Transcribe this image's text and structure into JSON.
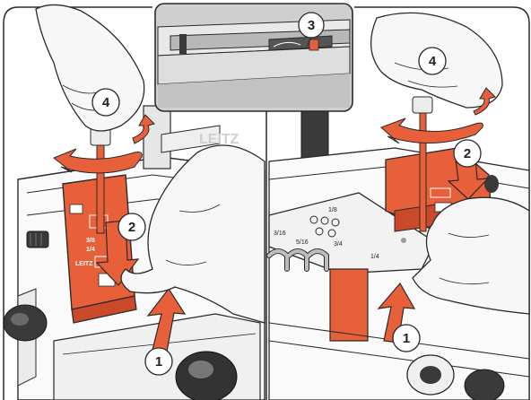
{
  "colors": {
    "accent_orange": "#e8603a",
    "accent_orange_dark": "#c9492a",
    "outline": "#2a2a2a",
    "hand_fill": "#f7f7f7",
    "metal_grey": "#d9d9d9",
    "dark_grey": "#3a3a3a"
  },
  "left_panel": {
    "steps": [
      "4",
      "2",
      "1"
    ],
    "bracket_labels": [
      "3/8",
      "1/4"
    ],
    "logo": "LEITZ"
  },
  "right_panel": {
    "steps": [
      "4",
      "2",
      "1"
    ],
    "plate_labels": [
      "3/16",
      "1/8",
      "5/16",
      "3/4",
      "1/4"
    ]
  },
  "inset": {
    "step": "3"
  }
}
